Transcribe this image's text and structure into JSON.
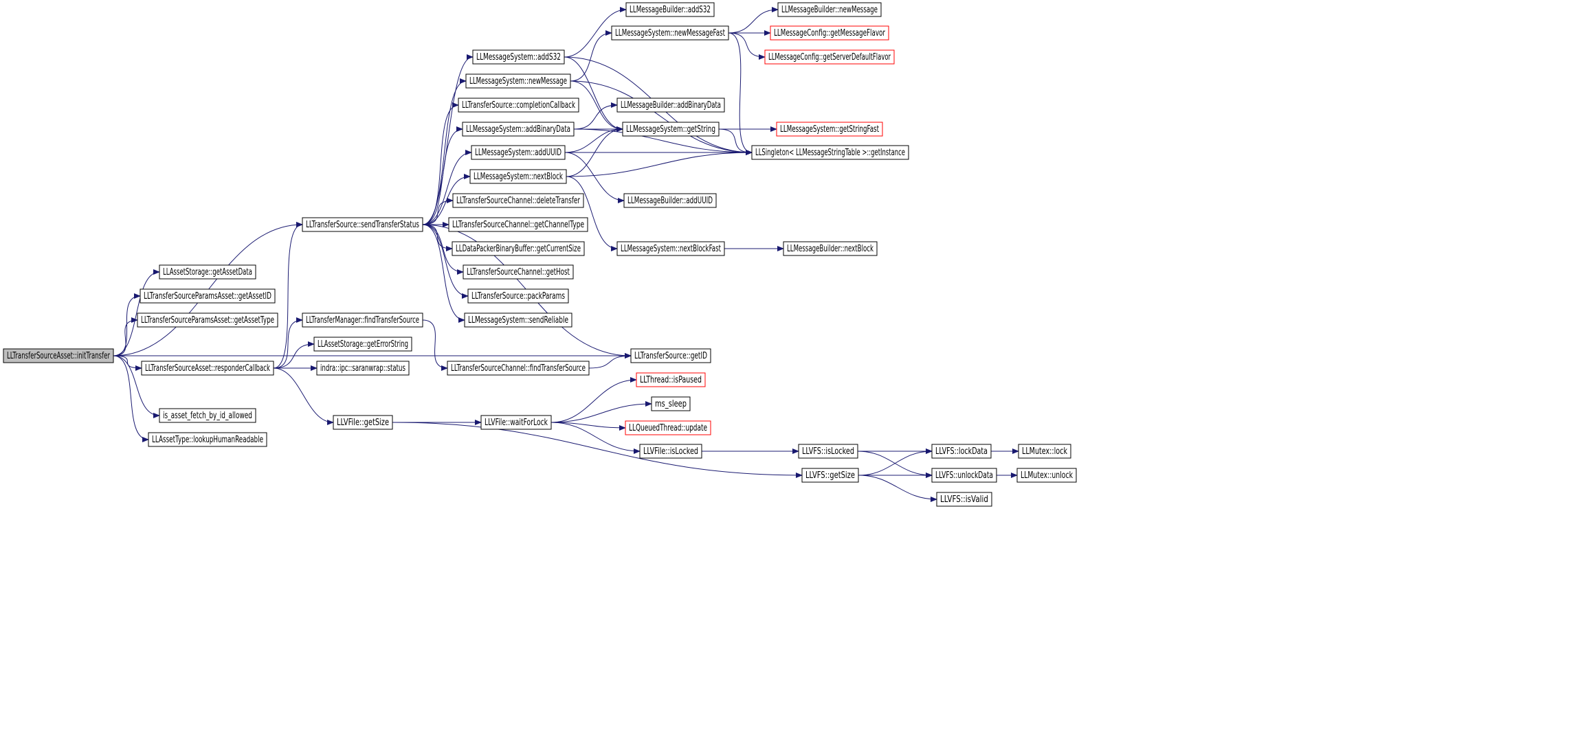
{
  "graph": {
    "colors": {
      "edge": "#191970",
      "node_border": "#000000",
      "node_border_truncated": "#ff0000",
      "node_fill": "#ffffff",
      "root_fill": "#bfbfbf"
    },
    "nodes": [
      {
        "id": "n0",
        "label": "LLTransferSourceAsset::initTransfer",
        "style": "root"
      },
      {
        "id": "n1",
        "label": "LLAssetStorage::getAssetData",
        "style": "normal"
      },
      {
        "id": "n2",
        "label": "LLTransferSourceParamsAsset::getAssetID",
        "style": "normal"
      },
      {
        "id": "n3",
        "label": "LLTransferSourceParamsAsset::getAssetType",
        "style": "normal"
      },
      {
        "id": "n4",
        "label": "LLTransferSourceAsset::responderCallback",
        "style": "normal"
      },
      {
        "id": "n5",
        "label": "is_asset_fetch_by_id_allowed",
        "style": "normal"
      },
      {
        "id": "n6",
        "label": "LLAssetType::lookupHumanReadable",
        "style": "normal"
      },
      {
        "id": "n7",
        "label": "LLTransferSource::sendTransferStatus",
        "style": "normal"
      },
      {
        "id": "n8",
        "label": "LLTransferManager::findTransferSource",
        "style": "normal"
      },
      {
        "id": "n9",
        "label": "LLAssetStorage::getErrorString",
        "style": "normal"
      },
      {
        "id": "n10",
        "label": "indra::ipc::saranwrap::status",
        "style": "normal"
      },
      {
        "id": "n11",
        "label": "LLVFile::getSize",
        "style": "normal"
      },
      {
        "id": "n12",
        "label": "LLMessageSystem::addS32",
        "style": "normal"
      },
      {
        "id": "n13",
        "label": "LLMessageSystem::newMessage",
        "style": "normal"
      },
      {
        "id": "n14",
        "label": "LLTransferSource::completionCallback",
        "style": "normal"
      },
      {
        "id": "n15",
        "label": "LLMessageSystem::addBinaryData",
        "style": "normal"
      },
      {
        "id": "n16",
        "label": "LLMessageSystem::addUUID",
        "style": "normal"
      },
      {
        "id": "n17",
        "label": "LLMessageSystem::nextBlock",
        "style": "normal"
      },
      {
        "id": "n18",
        "label": "LLTransferSourceChannel::deleteTransfer",
        "style": "normal"
      },
      {
        "id": "n19",
        "label": "LLTransferSourceChannel::getChannelType",
        "style": "normal"
      },
      {
        "id": "n20",
        "label": "LLDataPackerBinaryBuffer::getCurrentSize",
        "style": "normal"
      },
      {
        "id": "n21",
        "label": "LLTransferSourceChannel::getHost",
        "style": "normal"
      },
      {
        "id": "n22",
        "label": "LLTransferSource::packParams",
        "style": "normal"
      },
      {
        "id": "n23",
        "label": "LLMessageSystem::sendReliable",
        "style": "normal"
      },
      {
        "id": "n24",
        "label": "LLTransferSourceChannel::findTransferSource",
        "style": "normal"
      },
      {
        "id": "n25",
        "label": "LLVFile::waitForLock",
        "style": "normal"
      },
      {
        "id": "n26",
        "label": "LLMessageBuilder::addS32",
        "style": "normal"
      },
      {
        "id": "n27",
        "label": "LLMessageSystem::newMessageFast",
        "style": "normal"
      },
      {
        "id": "n28",
        "label": "LLMessageBuilder::addBinaryData",
        "style": "normal"
      },
      {
        "id": "n29",
        "label": "LLMessageSystem::getString",
        "style": "normal"
      },
      {
        "id": "n30",
        "label": "LLMessageBuilder::addUUID",
        "style": "normal"
      },
      {
        "id": "n31",
        "label": "LLMessageSystem::nextBlockFast",
        "style": "normal"
      },
      {
        "id": "n32",
        "label": "LLTransferSource::getID",
        "style": "normal"
      },
      {
        "id": "n33",
        "label": "LLThread::isPaused",
        "style": "truncated"
      },
      {
        "id": "n34",
        "label": "ms_sleep",
        "style": "normal"
      },
      {
        "id": "n35",
        "label": "LLQueuedThread::update",
        "style": "truncated"
      },
      {
        "id": "n36",
        "label": "LLVFile::isLocked",
        "style": "normal"
      },
      {
        "id": "n37",
        "label": "LLVFS::getSize",
        "style": "normal"
      },
      {
        "id": "n38",
        "label": "LLMessageBuilder::newMessage",
        "style": "normal"
      },
      {
        "id": "n39",
        "label": "LLMessageConfig::getMessageFlavor",
        "style": "truncated"
      },
      {
        "id": "n40",
        "label": "LLMessageConfig::getServerDefaultFlavor",
        "style": "truncated"
      },
      {
        "id": "n41",
        "label": "LLMessageSystem::getStringFast",
        "style": "truncated"
      },
      {
        "id": "n42",
        "label": "LLSingleton< LLMessageStringTable >::getInstance",
        "style": "normal"
      },
      {
        "id": "n43",
        "label": "LLMessageBuilder::nextBlock",
        "style": "normal"
      },
      {
        "id": "n44",
        "label": "LLVFS::isLocked",
        "style": "normal"
      },
      {
        "id": "n45",
        "label": "LLVFS::lockData",
        "style": "normal"
      },
      {
        "id": "n46",
        "label": "LLVFS::unlockData",
        "style": "normal"
      },
      {
        "id": "n47",
        "label": "LLVFS::isValid",
        "style": "normal"
      },
      {
        "id": "n48",
        "label": "LLMutex::lock",
        "style": "normal"
      },
      {
        "id": "n49",
        "label": "LLMutex::unlock",
        "style": "normal"
      }
    ],
    "edges": [
      [
        "n0",
        "n1"
      ],
      [
        "n0",
        "n2"
      ],
      [
        "n0",
        "n3"
      ],
      [
        "n0",
        "n4"
      ],
      [
        "n0",
        "n5"
      ],
      [
        "n0",
        "n6"
      ],
      [
        "n0",
        "n7"
      ],
      [
        "n0",
        "n32"
      ],
      [
        "n4",
        "n7"
      ],
      [
        "n4",
        "n8"
      ],
      [
        "n4",
        "n9"
      ],
      [
        "n4",
        "n10"
      ],
      [
        "n4",
        "n11"
      ],
      [
        "n7",
        "n12"
      ],
      [
        "n7",
        "n13"
      ],
      [
        "n7",
        "n14"
      ],
      [
        "n7",
        "n15"
      ],
      [
        "n7",
        "n16"
      ],
      [
        "n7",
        "n17"
      ],
      [
        "n7",
        "n18"
      ],
      [
        "n7",
        "n19"
      ],
      [
        "n7",
        "n20"
      ],
      [
        "n7",
        "n21"
      ],
      [
        "n7",
        "n22"
      ],
      [
        "n7",
        "n23"
      ],
      [
        "n7",
        "n32"
      ],
      [
        "n8",
        "n24"
      ],
      [
        "n24",
        "n32"
      ],
      [
        "n11",
        "n25"
      ],
      [
        "n11",
        "n37"
      ],
      [
        "n12",
        "n26"
      ],
      [
        "n12",
        "n29"
      ],
      [
        "n12",
        "n42"
      ],
      [
        "n13",
        "n27"
      ],
      [
        "n13",
        "n29"
      ],
      [
        "n13",
        "n42"
      ],
      [
        "n15",
        "n28"
      ],
      [
        "n15",
        "n29"
      ],
      [
        "n15",
        "n42"
      ],
      [
        "n16",
        "n29"
      ],
      [
        "n16",
        "n30"
      ],
      [
        "n16",
        "n42"
      ],
      [
        "n17",
        "n29"
      ],
      [
        "n17",
        "n31"
      ],
      [
        "n17",
        "n42"
      ],
      [
        "n27",
        "n38"
      ],
      [
        "n27",
        "n39"
      ],
      [
        "n27",
        "n40"
      ],
      [
        "n27",
        "n42"
      ],
      [
        "n29",
        "n41"
      ],
      [
        "n29",
        "n42"
      ],
      [
        "n31",
        "n43"
      ],
      [
        "n25",
        "n33"
      ],
      [
        "n25",
        "n34"
      ],
      [
        "n25",
        "n35"
      ],
      [
        "n25",
        "n36"
      ],
      [
        "n36",
        "n44"
      ],
      [
        "n44",
        "n45"
      ],
      [
        "n44",
        "n46"
      ],
      [
        "n37",
        "n45"
      ],
      [
        "n37",
        "n46"
      ],
      [
        "n37",
        "n47"
      ],
      [
        "n45",
        "n48"
      ],
      [
        "n46",
        "n49"
      ]
    ]
  }
}
